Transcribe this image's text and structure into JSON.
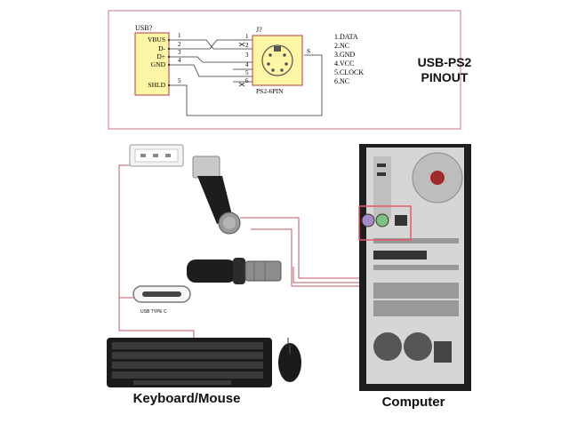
{
  "title": {
    "line1": "USB-PS2",
    "line2": "PINOUT"
  },
  "schematic": {
    "usb_component_name": "USB?",
    "usb_pins": [
      "VBUS",
      "D-",
      "D+",
      "GND",
      "SHLD"
    ],
    "usb_pin_numbers": [
      "1",
      "2",
      "3",
      "4",
      "5"
    ],
    "ps2_component_name": "J?",
    "ps2_pin_numbers": [
      "1",
      "2",
      "3",
      "4",
      "5",
      "6"
    ],
    "ps2_connector_label": "PS2-6PIN",
    "shield_label": "S",
    "pinout_list": [
      "1.DATA",
      "2.NC",
      "3.GND",
      "4.VCC",
      "5.CLOCK",
      "6.NC"
    ]
  },
  "usb_c_label": "USB TYPE C",
  "captions": {
    "keyboard_mouse": "Keyboard/Mouse",
    "computer": "Computer"
  },
  "colors": {
    "frame": "#d9a3ab",
    "usb_body": "#fdf6a6",
    "wire": "#c25a6a",
    "highlight": "#e05a6a"
  }
}
